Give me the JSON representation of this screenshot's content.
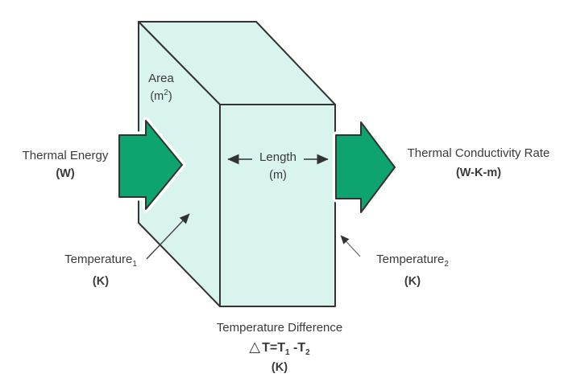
{
  "colors": {
    "background": "#ffffff",
    "box_fill": "#d9f3ee",
    "box_stroke": "#333333",
    "arrow_green": "#0da46f",
    "text": "#3a3a3a"
  },
  "labels": {
    "thermal_energy": {
      "title": "Thermal Energy",
      "unit": "(W)"
    },
    "thermal_conductivity": {
      "title": "Thermal Conductivity Rate",
      "unit": "(W-K-m)"
    },
    "area": {
      "title": "Area",
      "unit_open": "(m",
      "unit_sup": "2",
      "unit_close": ")"
    },
    "length": {
      "title": "Length",
      "unit": "(m)"
    },
    "temperature1": {
      "title": "Temperature",
      "sub": "1",
      "unit": "(K)"
    },
    "temperature2": {
      "title": "Temperature",
      "sub": "2",
      "unit": "(K)"
    },
    "temperature_difference": {
      "title": "Temperature Difference",
      "eq_delta": "△",
      "eq_p1": "T=T",
      "eq_s1": "1",
      "eq_p2": " -T",
      "eq_s2": "2",
      "unit": "(K)"
    }
  }
}
